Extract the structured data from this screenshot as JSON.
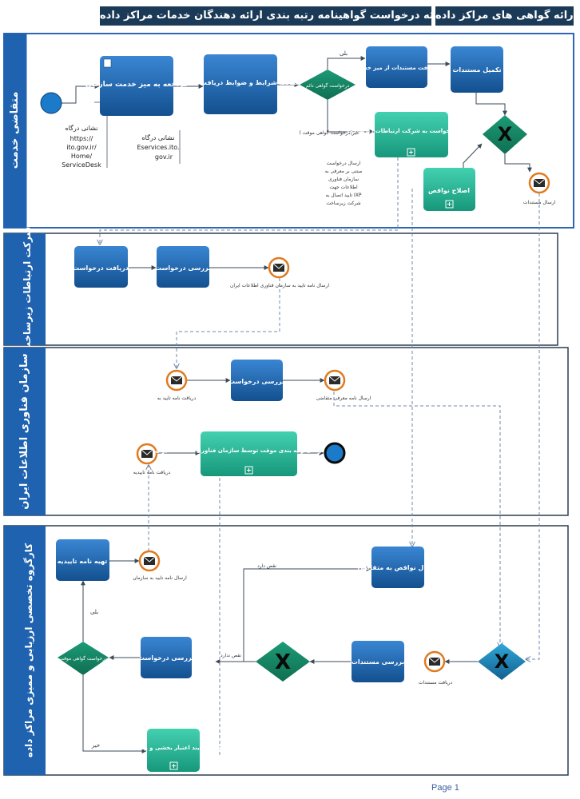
{
  "header": {
    "title_left": "ارائه گواهی های مراکز داده",
    "title_right": "ارائه درخواست گواهینامه رتبه بندی ارائه دهندگان خدمات مراکز داده"
  },
  "lanes": {
    "applicant": "متقاضی خدمت",
    "isp": "شرکت ارتباطات زیرساخت",
    "ito": "سازمان فناوری اطلاعات ایران",
    "committee": "کارگروه تخصصی ارزیابی و ممیزی مراکز داده"
  },
  "applicant": {
    "visit_desk": "مراجعه به میز خدمت سازمان",
    "read_terms": "مطالعه شرایط و ضوابط دریافت خدمت",
    "gw_question": "درخواست گواهی دائم",
    "yes_label": "بلی",
    "no_label": "خیر(درخواست گواهی موقت )",
    "receive_docs": "دریافت مستندات از میز خدمت",
    "complete_docs": "تکمیل مستندات",
    "send_isp": "ارسال درخواست به شرکت ارتباطات زیرساخت",
    "fix_defects": "اصلاح نواقص",
    "send_docs_label": "ارسال مستندات",
    "portal_note1": [
      "نشانی درگاه",
      "https://",
      "ito.gov.ir/",
      "Home/",
      "ServiceDesk"
    ],
    "portal_note2": [
      "نشانی درگاه",
      "Eservices.ito.",
      "gov.ir"
    ],
    "isp_note": [
      "ارسال درخواست",
      "مبتنی بر معرفی به",
      "سازمان فناوری",
      "اطلاعات جهت",
      "تایید اتصال به IXP",
      "شرکت زیرساخت"
    ]
  },
  "isp": {
    "receive_req": "دریافت درخواست",
    "review_req": "بررسی درخواست",
    "send_letter": "ارسال نامه تایید به سازمان فناوری اطلاعات ایران"
  },
  "ito": {
    "receive_letter": "دریافت نامه تایید به",
    "review_req": "بررسی درخواست",
    "send_intro": "ارسال نامه معرفی متقاضی",
    "receive_letter2": "دریافت نامه تاییدیه",
    "issue_cert": "صدور گواهی رتبه بندی موقت توسط سازمان فناوری اطلاعات ایران"
  },
  "committee": {
    "prepare_letter": "تهیه نامه تاییدیه",
    "send_letter": "ارسال نامه تایید به سازمان",
    "send_defects": "ارسال نواقص به متقاضی",
    "defects_label": "نقص دارد",
    "complete_label": "نقص ندارد",
    "review_docs": "بررسی مستندات",
    "receive_docs": "دریافت مستندات",
    "review_req": "بررسی درخواست",
    "gw_question": "درخواست گواهی موقت",
    "yes_label": "بلی",
    "no_label": "خیر",
    "rating_process": "انجام فرایند اعتبار بخشی و رتبه بندی"
  },
  "footer": {
    "page": "Page 1"
  },
  "colors": {
    "header_bg": "#1b3a57",
    "task_blue": "#1f63b0",
    "task_green": "#2ab89a",
    "gateway_green": "#1d8a69",
    "lane_border": "#2e65b5",
    "event_orange": "#e07a1f",
    "end_event": "#0e4a8a"
  },
  "icons": [
    "envelope-icon",
    "x-gateway-icon",
    "plus-subprocess-icon",
    "document-icon"
  ]
}
